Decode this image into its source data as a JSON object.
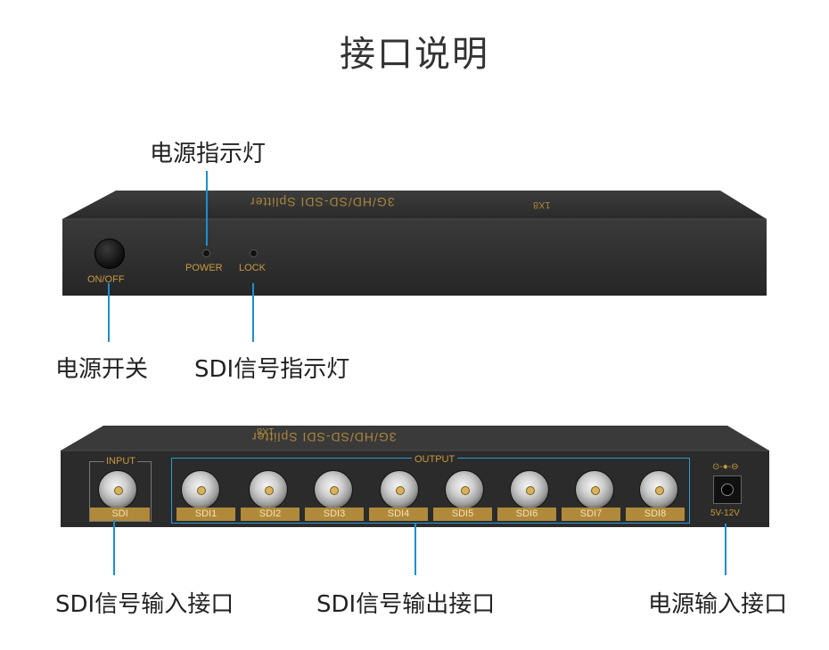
{
  "title": "接口说明",
  "front": {
    "model_text": "3G/HD/SD-SDI Splitter",
    "model_sub": "1X8",
    "switch_label": "ON/OFF",
    "power_led_label": "POWER",
    "lock_led_label": "LOCK"
  },
  "rear": {
    "model_text": "3G/HD/SD-SDI Splitter",
    "model_sub": "1X8",
    "input_label": "INPUT",
    "input_port": "SDI",
    "output_label": "OUTPUT",
    "outputs": [
      "SDI1",
      "SDI2",
      "SDI3",
      "SDI4",
      "SDI5",
      "SDI6",
      "SDI7",
      "SDI8"
    ],
    "dc_label": "5V-12V"
  },
  "callouts": {
    "power_indicator": "电源指示灯",
    "power_switch": "电源开关",
    "sdi_indicator": "SDI信号指示灯",
    "sdi_input": "SDI信号输入接口",
    "sdi_output": "SDI信号输出接口",
    "power_input": "电源输入接口"
  },
  "colors": {
    "callout_line": "#1a8fd0",
    "label_gold": "#c89a3c",
    "device_body": "#2f2f2f"
  }
}
